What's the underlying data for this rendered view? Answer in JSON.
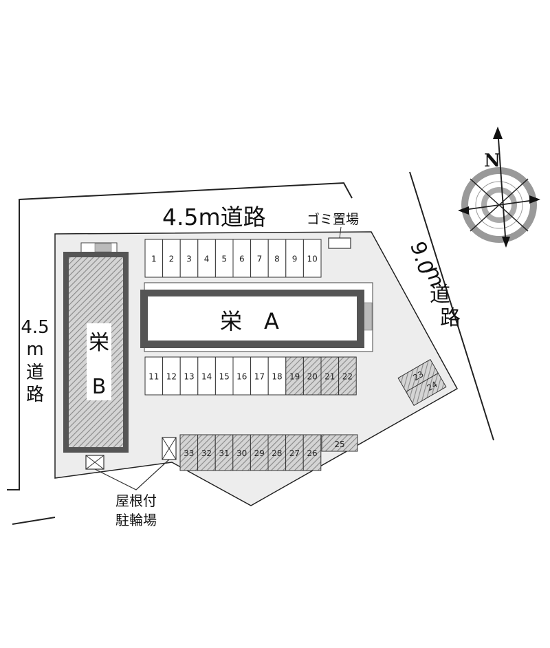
{
  "roads": {
    "top": "4.5m道路",
    "left": [
      "4.5",
      "m",
      "道",
      "路"
    ],
    "right": [
      "9.0",
      "m",
      "道",
      "路"
    ]
  },
  "buildings": {
    "a": {
      "label": "栄　A"
    },
    "b": {
      "label_top": "栄",
      "label_bottom": "B"
    }
  },
  "facilities": {
    "garbage": "ゴミ置場",
    "bike_parking": [
      "屋根付",
      "駐輪場"
    ]
  },
  "compass": {
    "north": "N"
  },
  "parking": {
    "top_row": [
      {
        "n": "1",
        "hatched": false
      },
      {
        "n": "2",
        "hatched": false
      },
      {
        "n": "3",
        "hatched": false
      },
      {
        "n": "4",
        "hatched": false
      },
      {
        "n": "5",
        "hatched": false
      },
      {
        "n": "6",
        "hatched": false
      },
      {
        "n": "7",
        "hatched": false
      },
      {
        "n": "8",
        "hatched": false
      },
      {
        "n": "9",
        "hatched": false
      },
      {
        "n": "10",
        "hatched": false
      }
    ],
    "middle_row": [
      {
        "n": "11",
        "hatched": false
      },
      {
        "n": "12",
        "hatched": false
      },
      {
        "n": "13",
        "hatched": false
      },
      {
        "n": "14",
        "hatched": false
      },
      {
        "n": "15",
        "hatched": false
      },
      {
        "n": "16",
        "hatched": false
      },
      {
        "n": "17",
        "hatched": false
      },
      {
        "n": "18",
        "hatched": false
      },
      {
        "n": "19",
        "hatched": true
      },
      {
        "n": "20",
        "hatched": true
      },
      {
        "n": "21",
        "hatched": true
      },
      {
        "n": "22",
        "hatched": true
      }
    ],
    "bottom_row": [
      {
        "n": "33",
        "hatched": true
      },
      {
        "n": "32",
        "hatched": true
      },
      {
        "n": "31",
        "hatched": true
      },
      {
        "n": "30",
        "hatched": true
      },
      {
        "n": "29",
        "hatched": true
      },
      {
        "n": "28",
        "hatched": true
      },
      {
        "n": "27",
        "hatched": true
      },
      {
        "n": "26",
        "hatched": true
      }
    ],
    "slot_25": {
      "n": "25",
      "hatched": true
    },
    "side_slots": [
      {
        "n": "23",
        "hatched": true
      },
      {
        "n": "24",
        "hatched": true
      }
    ]
  },
  "colors": {
    "lot": "#ededed",
    "building_border": "#555555",
    "hatch": "#999999",
    "line": "#222222"
  }
}
